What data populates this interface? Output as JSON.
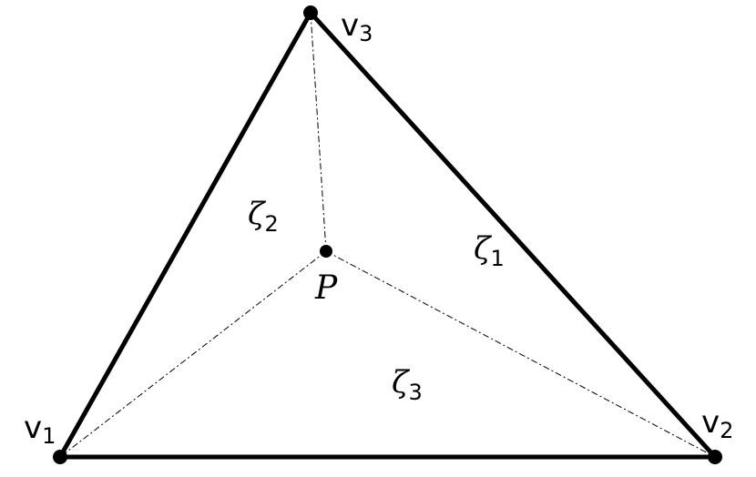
{
  "vertices": {
    "v1": {
      "base": "v",
      "sub": "1"
    },
    "v2": {
      "base": "v",
      "sub": "2"
    },
    "v3": {
      "base": "v",
      "sub": "3"
    }
  },
  "point": {
    "label": "P"
  },
  "areas": {
    "zeta1": {
      "base": "ζ",
      "sub": "1"
    },
    "zeta2": {
      "base": "ζ",
      "sub": "2"
    },
    "zeta3": {
      "base": "ζ",
      "sub": "3"
    }
  },
  "colors": {
    "stroke": "#000000",
    "background": "#ffffff"
  }
}
